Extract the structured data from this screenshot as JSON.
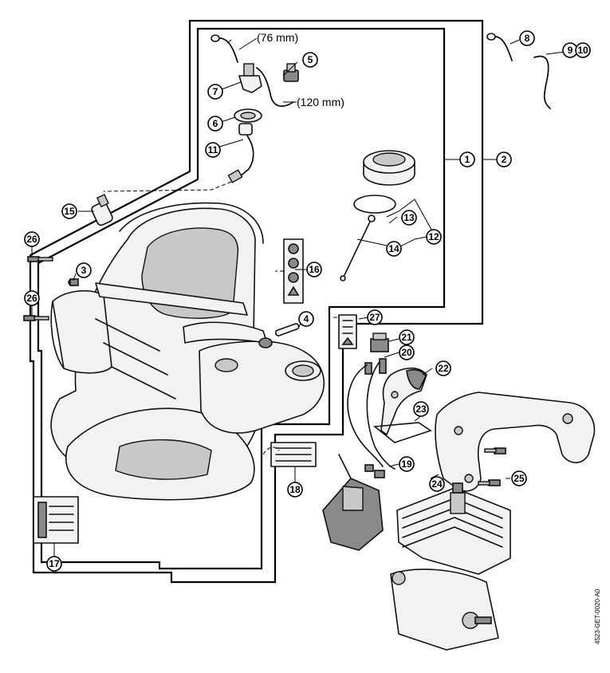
{
  "callouts": {
    "c1": "1",
    "c2": "2",
    "c3": "3",
    "c4": "4",
    "c5": "5",
    "c6": "6",
    "c7": "7",
    "c8": "8",
    "c9": "9",
    "c10": "10",
    "c11": "11",
    "c12": "12",
    "c13": "13",
    "c14": "14",
    "c15": "15",
    "c16": "16",
    "c17": "17",
    "c18": "18",
    "c19": "19",
    "c20": "20",
    "c21": "21",
    "c22": "22",
    "c23": "23",
    "c24": "24",
    "c25": "25",
    "c26a": "26",
    "c26b": "26",
    "c27": "27"
  },
  "hose_short_label": "(76 mm)",
  "hose_long_label": "(120 mm)",
  "document_number": "4523-GET-0020-A0"
}
